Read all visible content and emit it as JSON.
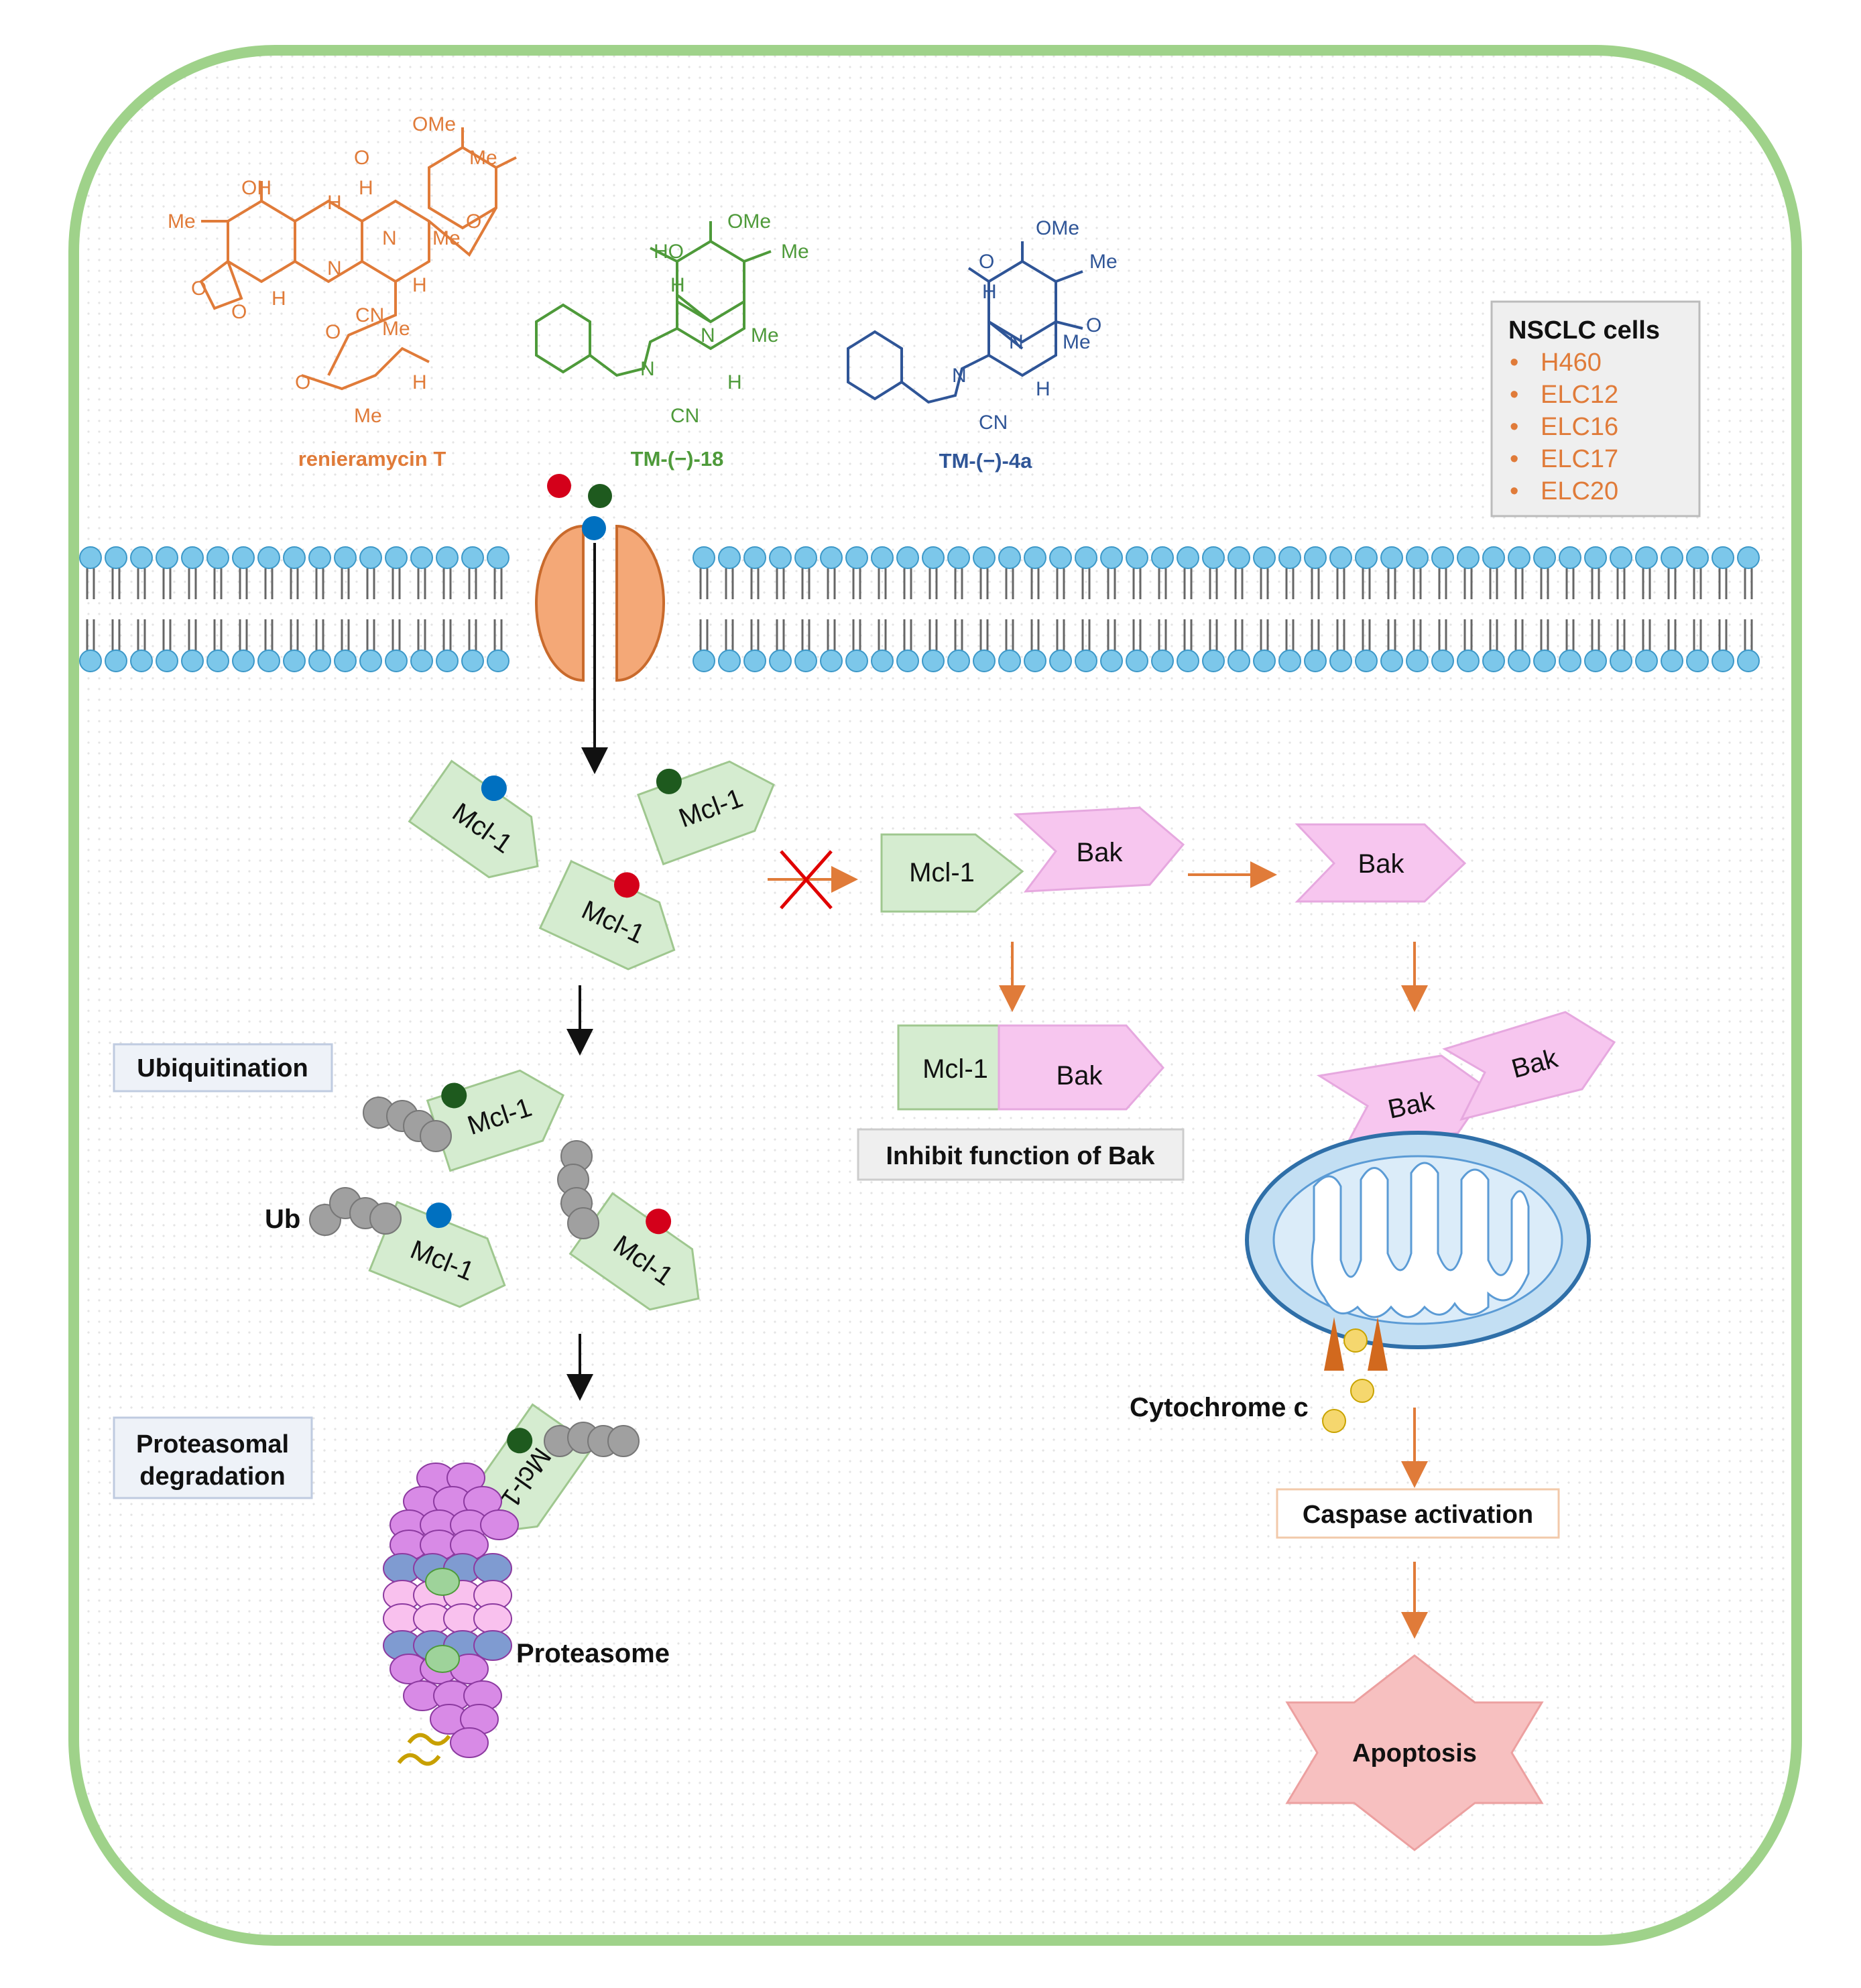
{
  "colors": {
    "cell_border": "#9fd28a",
    "orange": "#e07b39",
    "green_chem": "#4e9a3a",
    "blue_chem": "#2f5597",
    "mcl1_fill": "#d5ecd0",
    "bak_fill": "#f7c6ef",
    "lipid_head": "#7cc7ea",
    "channel": "#f4a877",
    "red_dot": "#d4001a",
    "green_dot": "#1e5a1e",
    "blue_dot": "#0070c0",
    "ub": "#9b9b9b",
    "apoptosis": "#f7c0c0"
  },
  "compounds": [
    {
      "name": "renieramycin T",
      "color": "orange"
    },
    {
      "name": "TM-(−)-18",
      "color": "green"
    },
    {
      "name": "TM-(−)-4a",
      "color": "blue"
    }
  ],
  "chem_labels": {
    "ome": "OMe",
    "me": "Me",
    "o": "O",
    "oh": "OH",
    "ho": "HO",
    "h": "H",
    "n": "N",
    "nme": "N",
    "cn": "CN"
  },
  "nscls": {
    "title": "NSCLC cells",
    "items": [
      "H460",
      "ELC12",
      "ELC16",
      "ELC17",
      "ELC20"
    ]
  },
  "proteins": {
    "mcl1": "Mcl-1",
    "bak": "Bak"
  },
  "labels": {
    "ubiquitination": "Ubiquitination",
    "ub": "Ub",
    "proteasomal_1": "Proteasomal",
    "proteasomal_2": "degradation",
    "proteasome": "Proteasome",
    "inhibit": "Inhibit function of Bak",
    "cytochrome": "Cytochrome c",
    "caspase": "Caspase activation",
    "apoptosis": "Apoptosis"
  }
}
